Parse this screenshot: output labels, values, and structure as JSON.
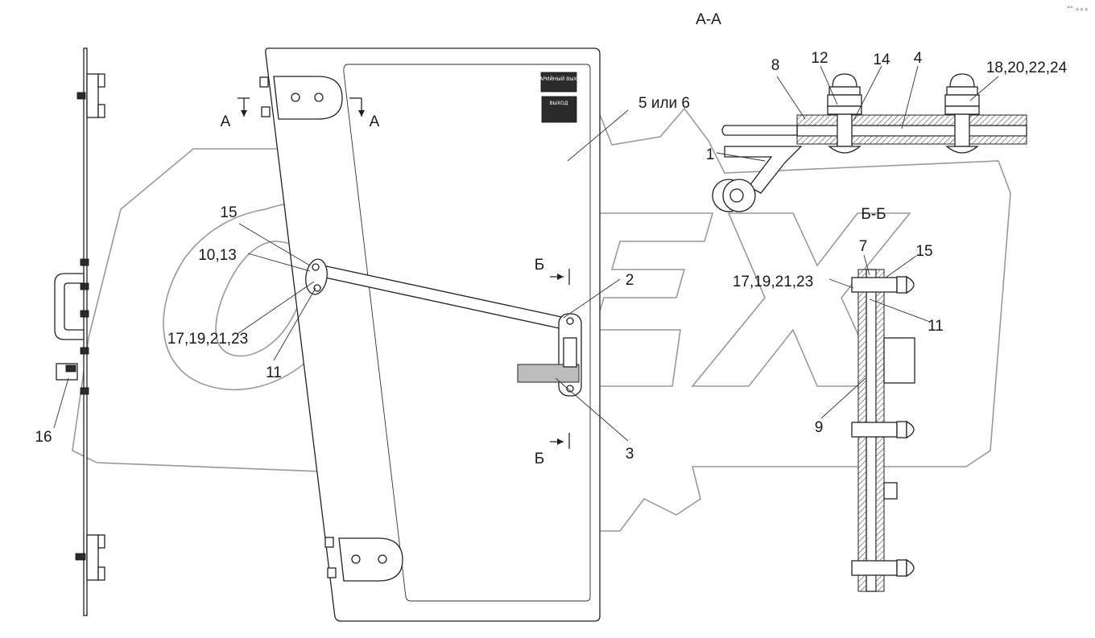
{
  "watermark": {
    "text": "OPEX"
  },
  "corner_mark": "°° ∘∘∘",
  "sections": {
    "aa_title": "А-А",
    "bb_title": "Б-Б",
    "cut_a_left": "А",
    "cut_a_right": "А",
    "cut_b_top": "Б",
    "cut_b_bottom": "Б"
  },
  "door_tags": {
    "tag1": "АВАРИЙНЫЙ ВЫХОД",
    "tag2": "ВЫХОД"
  },
  "callouts": {
    "c_5or6": "5 или 6",
    "c_15_main": "15",
    "c_10_13": "10,13",
    "c_17_main": "17,19,21,23",
    "c_11_main": "11",
    "c_2": "2",
    "c_3": "3",
    "c_16": "16",
    "c_1": "1",
    "c_8": "8",
    "c_12": "12",
    "c_14": "14",
    "c_4": "4",
    "c_18": "18,20,22,24",
    "c_7": "7",
    "c_15_bb": "15",
    "c_17_bb": "17,19,21,23",
    "c_11_bb": "11",
    "c_9": "9"
  }
}
